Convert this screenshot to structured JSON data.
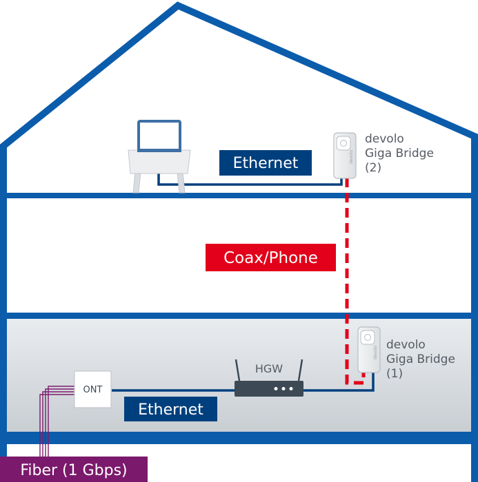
{
  "labels": {
    "ethernet_top": "Ethernet",
    "coax_phone": "Coax/Phone",
    "ethernet_bottom": "Ethernet",
    "fiber": "Fiber (1 Gbps)",
    "ont": "ONT",
    "hgw": "HGW",
    "bridge2_line1": "devolo",
    "bridge2_line2": "Giga Bridge",
    "bridge2_line3": "(2)",
    "bridge1_line1": "devolo",
    "bridge1_line2": "Giga Bridge",
    "bridge1_line3": "(1)",
    "adapter_brand": "devolo"
  },
  "colors": {
    "house_blue": "#0b5cab",
    "ethernet_blue": "#003f7d",
    "coax_red": "#e2001a",
    "fiber_purple": "#7b1a6c",
    "ground_floor_fill": "#d9dde1",
    "router_dark": "#3d4a55",
    "text_gray": "#555b62"
  },
  "icons": {
    "laptop": "laptop-icon",
    "router": "router-icon",
    "adapter": "powerline-adapter-icon"
  }
}
